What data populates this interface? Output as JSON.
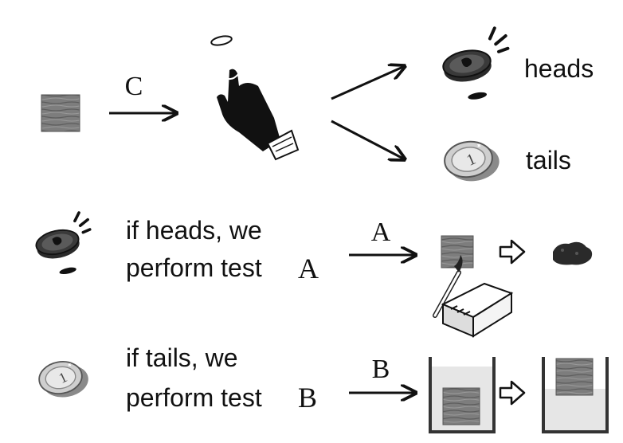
{
  "flow": {
    "c_label": "C",
    "heads_label": "heads",
    "tails_label": "tails"
  },
  "row_heads": {
    "line1": "if heads, we",
    "line2": "perform test",
    "test_letter": "A",
    "arrow_label": "A"
  },
  "row_tails": {
    "line1": "if tails, we",
    "line2": "perform test",
    "test_letter": "B",
    "arrow_label": "B"
  },
  "icons": {
    "block": "wooden-block-icon",
    "hand": "hand-flipping-coin-icon",
    "coin_heads": "coin-heads-icon",
    "coin_tails": "coin-tails-icon",
    "matches": "matches-icon",
    "ash": "ash-icon",
    "hollow_arrow": "hollow-arrow-icon",
    "water_container": "water-container-icon"
  },
  "colors": {
    "ink": "#111111",
    "wood": "#7a7a7a",
    "water": "#e4e4e4",
    "coin_silver": "#bdbdbd"
  }
}
